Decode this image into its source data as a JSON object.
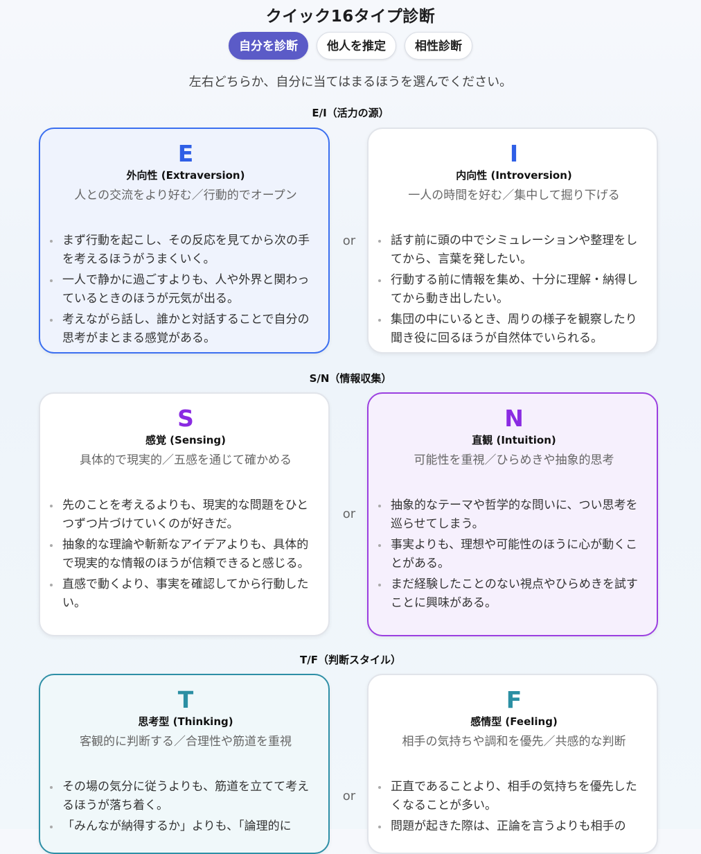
{
  "title": "クイック16タイプ診断",
  "tabs": [
    {
      "label": "自分を診断",
      "active": true
    },
    {
      "label": "他人を推定",
      "active": false
    },
    {
      "label": "相性診断",
      "active": false
    }
  ],
  "instruction": "左右どちらか、自分に当てはまるほうを選んでください。",
  "or_label": "or",
  "colors": {
    "accent": "#5b5bc7",
    "blue": "#2f5fe6",
    "purple": "#8a2be2",
    "teal": "#2b8fa3"
  },
  "sections": [
    {
      "label": "E/I（活力の源）",
      "left": {
        "letter": "E",
        "name": "外向性 (Extraversion)",
        "desc": "人との交流をより好む／行動的でオープン",
        "selected": true,
        "points": [
          "まず行動を起こし、その反応を見てから次の手を考えるほうがうまくいく。",
          "一人で静かに過ごすよりも、人や外界と関わっているときのほうが元気が出る。",
          "考えながら話し、誰かと対話することで自分の思考がまとまる感覚がある。"
        ]
      },
      "right": {
        "letter": "I",
        "name": "内向性 (Introversion)",
        "desc": "一人の時間を好む／集中して掘り下げる",
        "selected": false,
        "points": [
          "話す前に頭の中でシミュレーションや整理をしてから、言葉を発したい。",
          "行動する前に情報を集め、十分に理解・納得してから動き出したい。",
          "集団の中にいるとき、周りの様子を観察したり聞き役に回るほうが自然体でいられる。"
        ]
      }
    },
    {
      "label": "S/N（情報収集）",
      "left": {
        "letter": "S",
        "name": "感覚 (Sensing)",
        "desc": "具体的で現実的／五感を通じて確かめる",
        "selected": false,
        "points": [
          "先のことを考えるよりも、現実的な問題をひとつずつ片づけていくのが好きだ。",
          "抽象的な理論や斬新なアイデアよりも、具体的で現実的な情報のほうが信頼できると感じる。",
          "直感で動くより、事実を確認してから行動したい。"
        ]
      },
      "right": {
        "letter": "N",
        "name": "直観 (Intuition)",
        "desc": "可能性を重視／ひらめきや抽象的思考",
        "selected": true,
        "points": [
          "抽象的なテーマや哲学的な問いに、つい思考を巡らせてしまう。",
          "事実よりも、理想や可能性のほうに心が動くことがある。",
          "まだ経験したことのない視点やひらめきを試すことに興味がある。"
        ]
      }
    },
    {
      "label": "T/F（判断スタイル）",
      "left": {
        "letter": "T",
        "name": "思考型 (Thinking)",
        "desc": "客観的に判断する／合理性や筋道を重視",
        "selected": true,
        "points": [
          "その場の気分に従うよりも、筋道を立てて考えるほうが落ち着く。",
          "「みんなが納得するか」よりも、「論理的に"
        ]
      },
      "right": {
        "letter": "F",
        "name": "感情型 (Feeling)",
        "desc": "相手の気持ちや調和を優先／共感的な判断",
        "selected": false,
        "points": [
          "正直であることより、相手の気持ちを優先したくなることが多い。",
          "問題が起きた際は、正論を言うよりも相手の"
        ]
      }
    }
  ]
}
